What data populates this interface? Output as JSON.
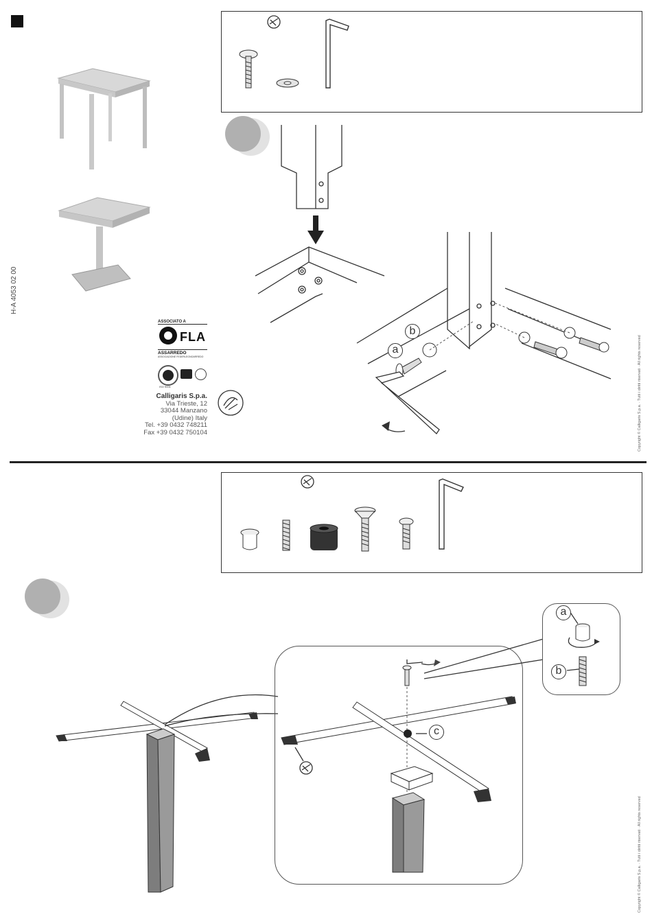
{
  "doc_code": "H-A 4053 02 00",
  "badge": {
    "assoc_label": "ASSOCIATO A",
    "fla_text": "FLA",
    "assarredo_text": "ASSARREDO",
    "assarredo_sub": "ASSOCIAZIONE FEDERLEGNOARREDO",
    "cert_label": "ISO 9001"
  },
  "company": {
    "name": "Calligaris S.p.a.",
    "street": "Via Trieste, 12",
    "city": "33044 Manzano",
    "region": "(Udine) Italy",
    "tel": "Tel. +39 0432 748211",
    "fax": "Fax +39 0432 750104"
  },
  "copyright_1": "Copyright © Calligaris S.p.a. · Tutti i diritti riservati · All rights reserved",
  "copyright_2": "Copyright © Calligaris S.p.a. · Tutti i diritti riservati · All rights reserved",
  "callouts": {
    "a1": "a",
    "b1": "b",
    "a2": "a",
    "b2": "b",
    "c2": "c"
  },
  "colors": {
    "line": "#333333",
    "step_circle": "#b0b0b0",
    "step_shadow": "#e2e2e2",
    "leg_dark": "#7d7d7d"
  }
}
